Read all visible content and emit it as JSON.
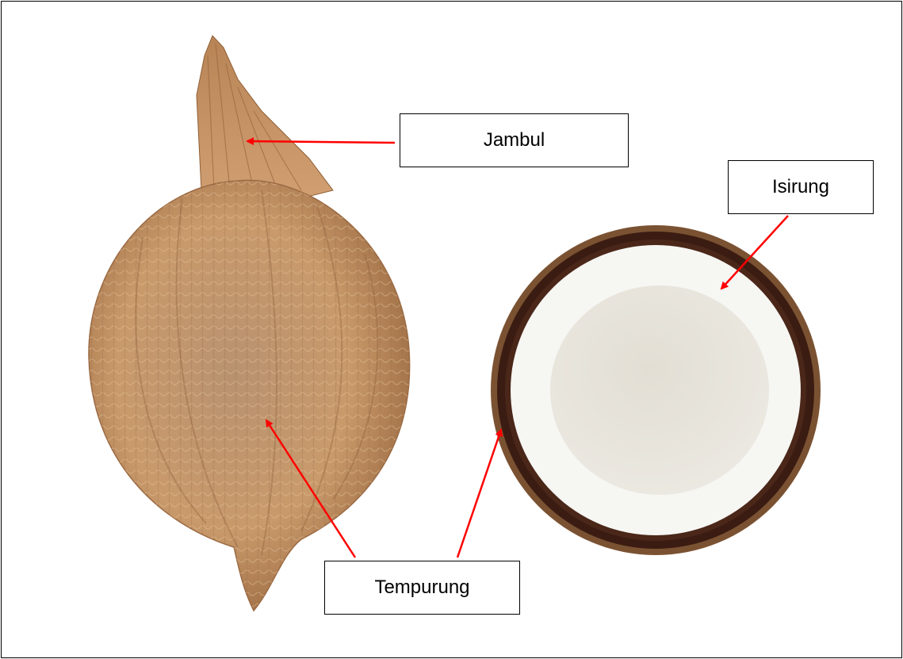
{
  "labels": {
    "jambul": "Jambul",
    "isirung": "Isirung",
    "tempurung": "Tempurung"
  },
  "colors": {
    "arrow": "#ff0000",
    "husk": "#c99a6b",
    "husk_dark": "#8a5a33",
    "shell": "#3b1c12",
    "meat": "#f6f6f3",
    "cavity": "#e6e4dc"
  }
}
